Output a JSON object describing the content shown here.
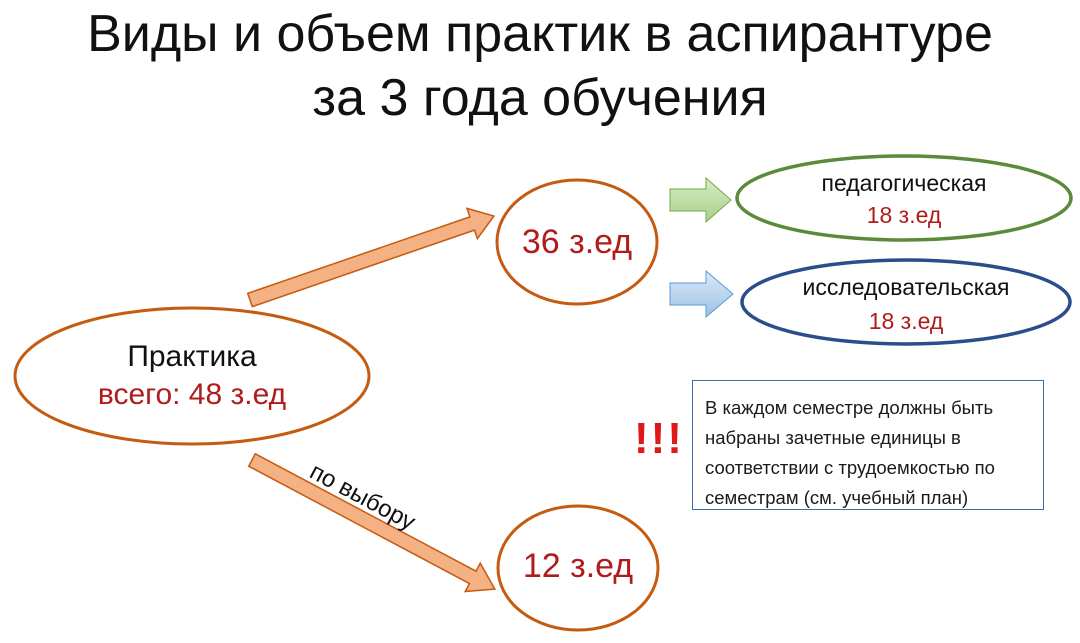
{
  "title": {
    "line1": "Виды и объем практик в аспирантуре",
    "line2": "за 3 года обучения"
  },
  "root": {
    "label": "Практика",
    "total": "всего: 48 з.ед"
  },
  "main_branch": {
    "value": "36 з.ед"
  },
  "elective_branch": {
    "value": "12 з.ед",
    "arrow_label": "по выбору"
  },
  "practices": [
    {
      "name": "педагогическая",
      "value": "18 з.ед",
      "color": "#5a8a3a"
    },
    {
      "name": "исследовательская",
      "value": "18 з.ед",
      "color": "#2b4d8c"
    }
  ],
  "warning": {
    "marks": "!!!",
    "text": "В каждом семестре должны быть набраны зачетные единицы в соответствии с трудоемкостью по семестрам (см. учебный план)"
  },
  "colors": {
    "accent_orange": "#c55a11",
    "arrow_fill": "#f4b183",
    "red_text": "#b01c1c"
  }
}
